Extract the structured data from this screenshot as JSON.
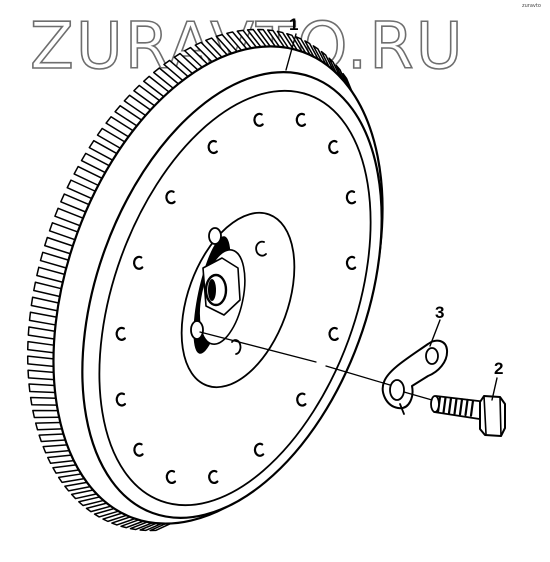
{
  "watermark": {
    "text": "ZURAVTO.RU",
    "corner_mark": "zuravto"
  },
  "callouts": [
    {
      "id": "flywheel",
      "label": "1"
    },
    {
      "id": "bolt",
      "label": "2"
    },
    {
      "id": "lock-plate",
      "label": "3"
    }
  ],
  "colors": {
    "ink": "#000000",
    "paper": "#ffffff",
    "watermark_outline": "#6e6e6e"
  }
}
